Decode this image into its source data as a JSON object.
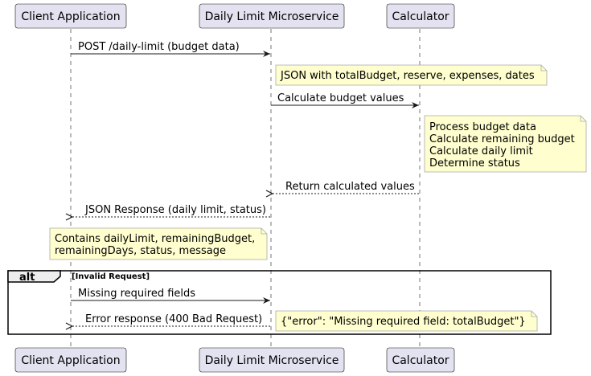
{
  "participants": [
    {
      "id": "client",
      "label": "Client Application"
    },
    {
      "id": "service",
      "label": "Daily Limit Microservice"
    },
    {
      "id": "calc",
      "label": "Calculator"
    }
  ],
  "messages": [
    {
      "label": "POST /daily-limit (budget data)"
    },
    {
      "label": "Calculate budget values"
    },
    {
      "label": "Return calculated values"
    },
    {
      "label": "JSON Response (daily limit, status)"
    },
    {
      "label": "Missing required fields"
    },
    {
      "label": "Error response (400 Bad Request)"
    }
  ],
  "notes": {
    "json_input": "JSON with totalBudget, reserve, expenses, dates",
    "calc_steps": [
      "Process budget data",
      "Calculate remaining budget",
      "Calculate daily limit",
      "Determine status"
    ],
    "response_contents": [
      "Contains dailyLimit, remainingBudget,",
      "remainingDays, status, message"
    ],
    "error_json": "{\"error\": \"Missing required field: totalBudget\"}"
  },
  "alt_fragment": {
    "keyword": "alt",
    "condition": "[Invalid Request]"
  },
  "colors": {
    "participant_fill": "#e2e2f0",
    "participant_border": "#181818",
    "note_fill": "#fefece",
    "note_border": "#a8a8a8"
  }
}
